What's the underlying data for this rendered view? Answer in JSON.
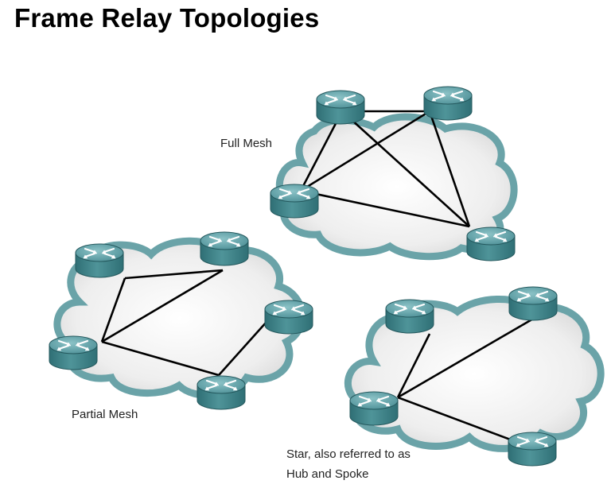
{
  "title": "Frame Relay Topologies",
  "labels": {
    "full_mesh": "Full Mesh",
    "partial_mesh": "Partial Mesh",
    "star_line1": "Star, also referred to as",
    "star_line2": "Hub and Spoke"
  },
  "colors": {
    "router_top": "#5b9ea4",
    "router_side": "#3a7f86",
    "cloud_border": "#6aa3a8",
    "cloud_fill": "#ececec",
    "link": "#000000"
  },
  "icons": [
    "router-icon",
    "cloud-icon"
  ]
}
